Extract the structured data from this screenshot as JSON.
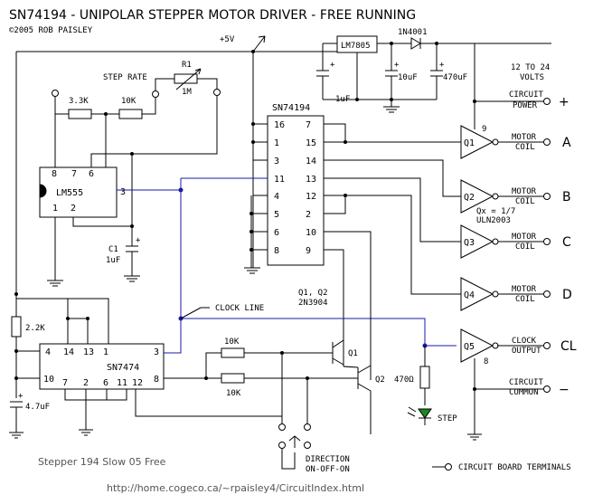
{
  "title": "SN74194 - UNIPOLAR STEPPER MOTOR DRIVER   -   FREE RUNNING",
  "copyright": "©2005 ROB PAISLEY",
  "supply": {
    "vplus": "+5V",
    "regulator": "LM7805",
    "diode": "1N4001",
    "cap_1": "1uF",
    "cap_2": "10uF",
    "cap_3": "470uF",
    "input_volts_1": "12 TO 24",
    "input_volts_2": "VOLTS",
    "circuit_power_1": "CIRCUIT",
    "circuit_power_2": "POWER",
    "plus_sign": "+"
  },
  "timer": {
    "step_rate": "STEP RATE",
    "r1_name": "R1",
    "r1_value": "1M",
    "r_3k3": "3.3K",
    "r_10k": "10K",
    "chip": "LM555",
    "pin8": "8",
    "pin7": "7",
    "pin6": "6",
    "pin3": "3",
    "pin1": "1",
    "pin2": "2",
    "c1_name": "C1",
    "c1_value": "1uF"
  },
  "shift_register": {
    "chip": "SN74194",
    "pins_left": [
      "16",
      "1",
      "3",
      "11",
      "4",
      "5",
      "6",
      "8"
    ],
    "pins_right": [
      "7",
      "15",
      "14",
      "13",
      "12",
      "2",
      "10",
      "9"
    ]
  },
  "drivers": {
    "q_labels": [
      "Q1",
      "Q2",
      "Q3",
      "Q4",
      "Q5"
    ],
    "q1_pin": "9",
    "q5_pin": "8",
    "qx_note_1": "Qx = 1/7",
    "qx_note_2": "ULN2003",
    "motor_1": "MOTOR",
    "motor_2": "COIL",
    "phases": [
      "A",
      "B",
      "C",
      "D"
    ],
    "clock_output_1": "CLOCK",
    "clock_output_2": "OUTPUT",
    "cl_label": "CL",
    "common_1": "CIRCUIT",
    "common_2": "COMMON",
    "minus_sign": "−"
  },
  "flipflop": {
    "chip": "SN7474",
    "r_pullup": "2.2K",
    "cap": "4.7uF",
    "top_pins": [
      "14",
      "13",
      "1"
    ],
    "bottom_pins": [
      "7",
      "2",
      "6",
      "11",
      "12"
    ],
    "pin4": "4",
    "pin10": "10",
    "pin3": "3",
    "pin8": "8",
    "clock_line": "CLOCK LINE"
  },
  "transistors": {
    "q12_label_1": "Q1, Q2",
    "q12_label_2": "2N3904",
    "q1": "Q1",
    "q2": "Q2",
    "r_10k_a": "10K",
    "r_10k_b": "10K",
    "r_470": "470Ω",
    "step_led": "STEP"
  },
  "switch": {
    "direction_1": "DIRECTION",
    "direction_2": "ON-OFF-ON"
  },
  "legend": {
    "terminals": "CIRCUIT BOARD TERMINALS"
  },
  "footer": {
    "name": "Stepper 194 Slow 05 Free",
    "url": "http://home.cogeco.ca/~rpaisley4/CircuitIndex.html"
  }
}
